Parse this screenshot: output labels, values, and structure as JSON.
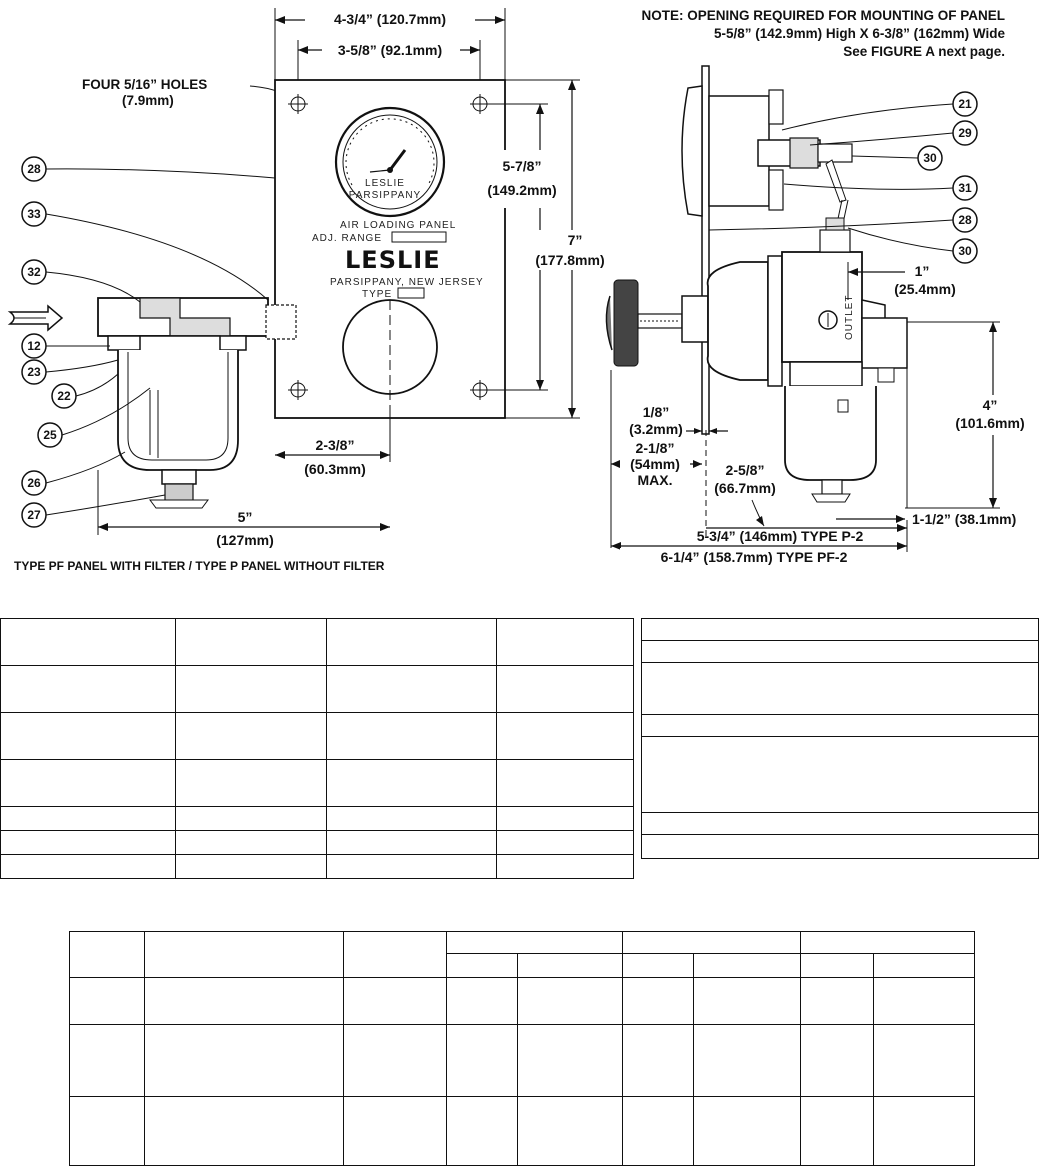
{
  "note": {
    "line1": "NOTE: OPENING REQUIRED FOR MOUNTING OF PANEL",
    "line2": "5-5/8” (142.9mm) High  X  6-3/8” (162mm) Wide",
    "line3": "See FIGURE A next page."
  },
  "left_figure": {
    "dim_overall_width": "4-3/4” (120.7mm)",
    "dim_hole_spacing": "3-5/8” (92.1mm)",
    "holes_label": "FOUR 5/16” HOLES",
    "holes_mm": "(7.9mm)",
    "dim_height_a": "5-7/8”",
    "dim_height_a_mm": "(149.2mm)",
    "dim_height_b": "7”",
    "dim_height_b_mm": "(177.8mm)",
    "dim_offset": "2-3/8”",
    "dim_offset_mm": "(60.3mm)",
    "dim_depth": "5”",
    "dim_depth_mm": "(127mm)",
    "caption": "TYPE PF PANEL WITH FILTER  /  TYPE P PANEL WITHOUT FILTER",
    "callouts": [
      "28",
      "33",
      "32",
      "12",
      "23",
      "22",
      "25",
      "26",
      "27"
    ]
  },
  "panel_plate": {
    "line1": "AIR LOADING PANEL",
    "line2": "ADJ. RANGE",
    "brand": "LESLIE",
    "line3": "PARSIPPANY, NEW JERSEY",
    "line4": "TYPE"
  },
  "right_figure": {
    "callouts": [
      "21",
      "29",
      "30",
      "31",
      "28",
      "30"
    ],
    "dim_1in": "1”",
    "dim_1in_mm": "(25.4mm)",
    "dim_4in": "4”",
    "dim_4in_mm": "(101.6mm)",
    "dim_eighth": "1/8”",
    "dim_eighth_mm": "(3.2mm)",
    "dim_max": "2-1/8”",
    "dim_max_mm": "(54mm)",
    "dim_max_word": "MAX.",
    "dim_258": "2-5/8”",
    "dim_258_mm": "(66.7mm)",
    "dim_112": "1-1/2” (38.1mm)",
    "dim_p2": "5-3/4” (146mm) TYPE P-2",
    "dim_pf2": "6-1/4” (158.7mm) TYPE PF-2",
    "outlet_label": "OUTLET"
  }
}
